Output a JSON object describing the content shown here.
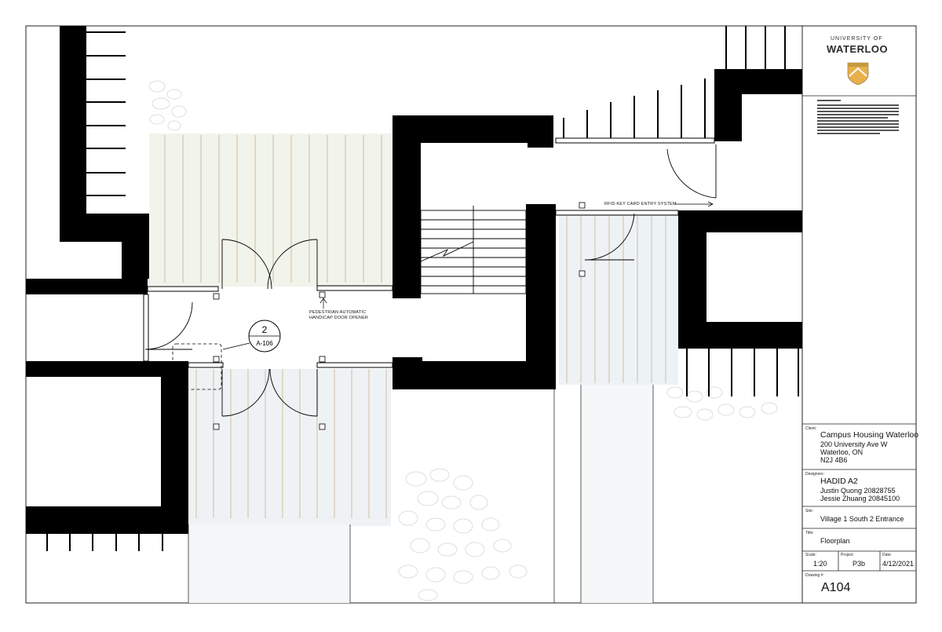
{
  "logo": {
    "line1": "UNIVERSITY OF",
    "line2": "WATERLOO",
    "colors": {
      "text": "#2b2b2b",
      "shield": "#e8b04b",
      "shield_stripe": "#b07a2a"
    }
  },
  "section_callout": {
    "number": "2",
    "sheet": "A-106"
  },
  "annotations": {
    "door_opener_line1": "PEDESTRIAN AUTOMATIC",
    "door_opener_line2": "HANDICAP DOOR OPENER",
    "rfid": "RFID KEY CARD ENTRY SYSTEM"
  },
  "title_block": {
    "client_label": "Client:",
    "client_name": "Campus Housing Waterloo",
    "client_address1": "200 University Ave W",
    "client_address2": "Waterloo, ON",
    "client_postal": "N2J 4B6",
    "designers_label": "Designers:",
    "team": "HADID A2",
    "designer1": "Justin Quong 20828755",
    "designer2": "Jessie Zhuang 20845100",
    "site_label": "Site:",
    "site": "Village 1 South 2 Entrance",
    "title_label": "Title:",
    "title": "Floorplan",
    "scale_label": "Scale:",
    "scale": "1:20",
    "project_label": "Project:",
    "project": "P3b",
    "date_label": "Date:",
    "date": "4/12/2021",
    "drawing_label": "Drawing #:",
    "drawing": "A104"
  },
  "colors": {
    "wall": "#000000",
    "paving": "#eef3e6",
    "paving_blue": "#e6eef3",
    "joint": "#d8cfbf",
    "stone": "#d9d9d9",
    "border": "#222222"
  }
}
